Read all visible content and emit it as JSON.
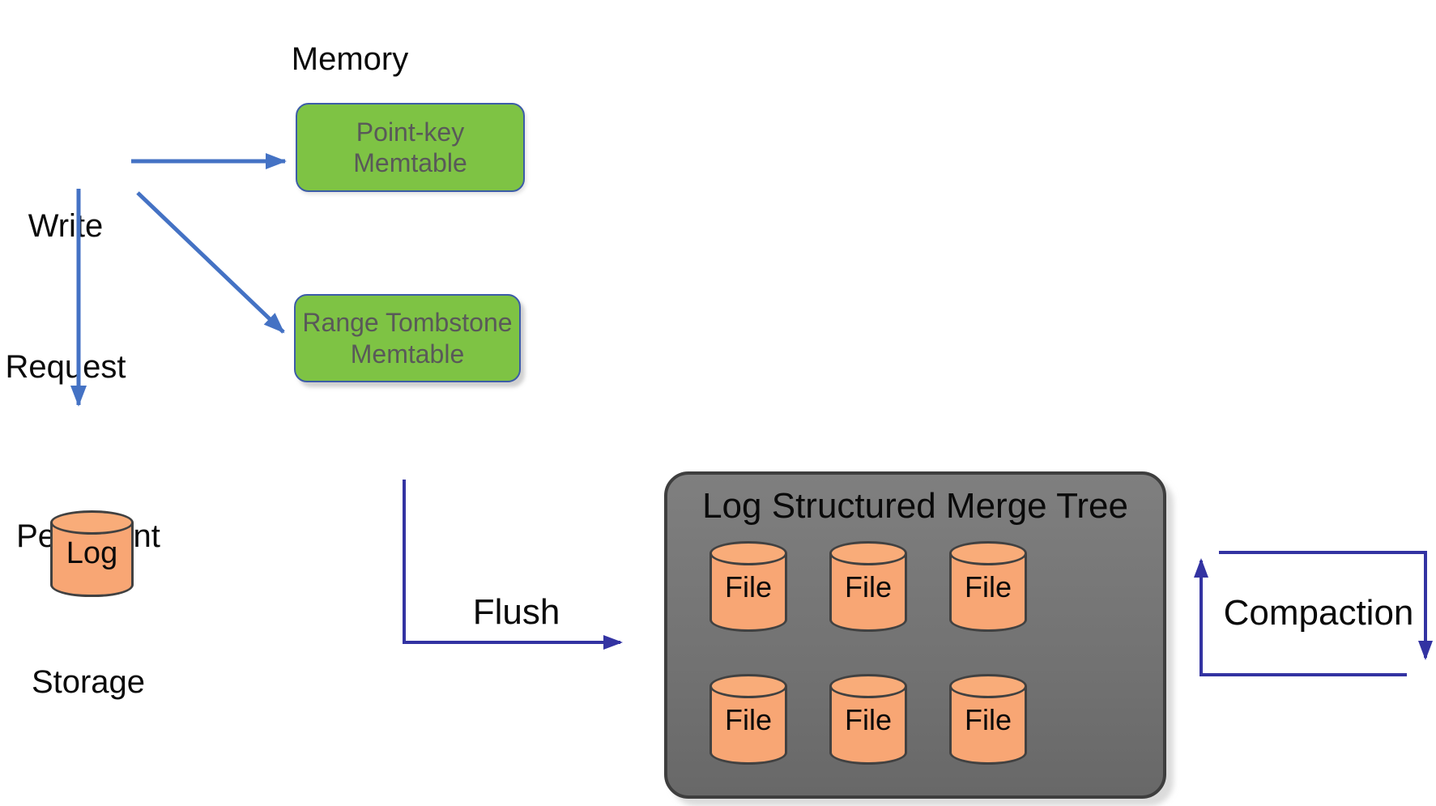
{
  "memory_section": {
    "title": "Memory",
    "memtables": [
      {
        "line1": "Point-key",
        "line2": "Memtable"
      },
      {
        "line1": "Range Tombstone",
        "line2": "Memtable"
      }
    ]
  },
  "write_request": {
    "line1": "Write",
    "line2": "Request"
  },
  "persistent_storage": {
    "line1": "Persistent",
    "line2": "Storage",
    "log_label": "Log"
  },
  "flush": {
    "label": "Flush"
  },
  "lsm": {
    "title": "Log Structured Merge Tree",
    "files": [
      "File",
      "File",
      "File",
      "File",
      "File",
      "File"
    ]
  },
  "compaction": {
    "label": "Compaction"
  },
  "colors": {
    "memtable_fill": "#7EC344",
    "memtable_border": "#3C5CA8",
    "memtable_text": "#595959",
    "write_arrow_blue": "#4472C4",
    "flush_compaction_indigo": "#3333A2",
    "lsm_fill_gray": "#737373",
    "lsm_border": "#3E3E3E",
    "cylinder_fill_orange": "#F8A674",
    "cylinder_border": "#414141",
    "text_black": "#0A0A0A"
  }
}
